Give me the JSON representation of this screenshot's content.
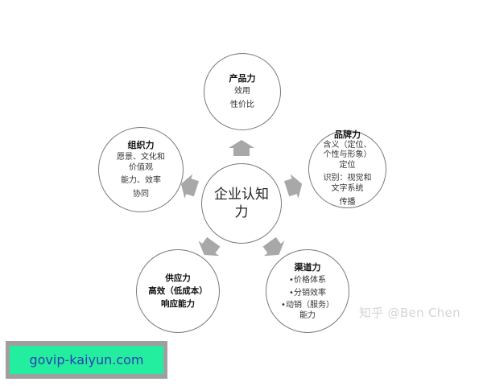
{
  "diagram": {
    "center": {
      "label": "企业认知力"
    },
    "nodes": [
      {
        "id": "product",
        "title": "产品力",
        "lines": [
          "效用",
          "性价比"
        ]
      },
      {
        "id": "brand",
        "title": "品牌力",
        "lines": [
          "含义（定位、",
          "个性与形象）",
          "定位",
          "识别：视觉和",
          "文字系统",
          "传播"
        ]
      },
      {
        "id": "organization",
        "title": "组织力",
        "lines": [
          "愿景、文化和",
          "价值观",
          "能力、效率",
          "协同"
        ]
      },
      {
        "id": "supply",
        "title": "供应力",
        "lines": [
          "高效（低成本）",
          "响应能力"
        ]
      },
      {
        "id": "channel",
        "title": "渠道力",
        "lines": [
          "•价格体系",
          "•分销效率",
          "•动销（服务）",
          "能力"
        ]
      }
    ],
    "arrow_color": "#a8a8a8",
    "circle_stroke": "#7a7a7a"
  },
  "watermark": {
    "text": "知乎 @Ben Chen"
  },
  "banner": {
    "text": "govip-kaiyun.com",
    "bg": "#23eea0",
    "border": "#9f9f9f",
    "text_color": "#2f3fb0"
  }
}
